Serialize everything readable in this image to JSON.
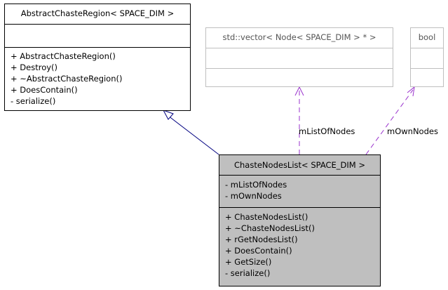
{
  "classes": {
    "abstract_region": {
      "name": "AbstractChasteRegion< SPACE_DIM >",
      "attributes": [],
      "methods": [
        "+ AbstractChasteRegion()",
        "+ Destroy()",
        "+ ~AbstractChasteRegion()",
        "+ DoesContain()",
        "- serialize()"
      ]
    },
    "std_vector": {
      "name": "std::vector< Node< SPACE_DIM > * >",
      "attributes": [],
      "methods": []
    },
    "bool_type": {
      "name": "bool",
      "attributes": [],
      "methods": []
    },
    "chaste_nodes_list": {
      "name": "ChasteNodesList< SPACE_DIM >",
      "attributes": [
        "- mListOfNodes",
        "- mOwnNodes"
      ],
      "methods": [
        "+ ChasteNodesList()",
        "+ ~ChasteNodesList()",
        "+ rGetNodesList()",
        "+ DoesContain()",
        "+ GetSize()",
        "- serialize()"
      ]
    }
  },
  "edges": {
    "list_of_nodes_label": "mListOfNodes",
    "own_nodes_label": "mOwnNodes"
  },
  "colors": {
    "inheritance": "#000080",
    "usage": "#9a32cd",
    "focus_fill": "#bfbfbf",
    "muted_border": "#bfbfbf"
  }
}
